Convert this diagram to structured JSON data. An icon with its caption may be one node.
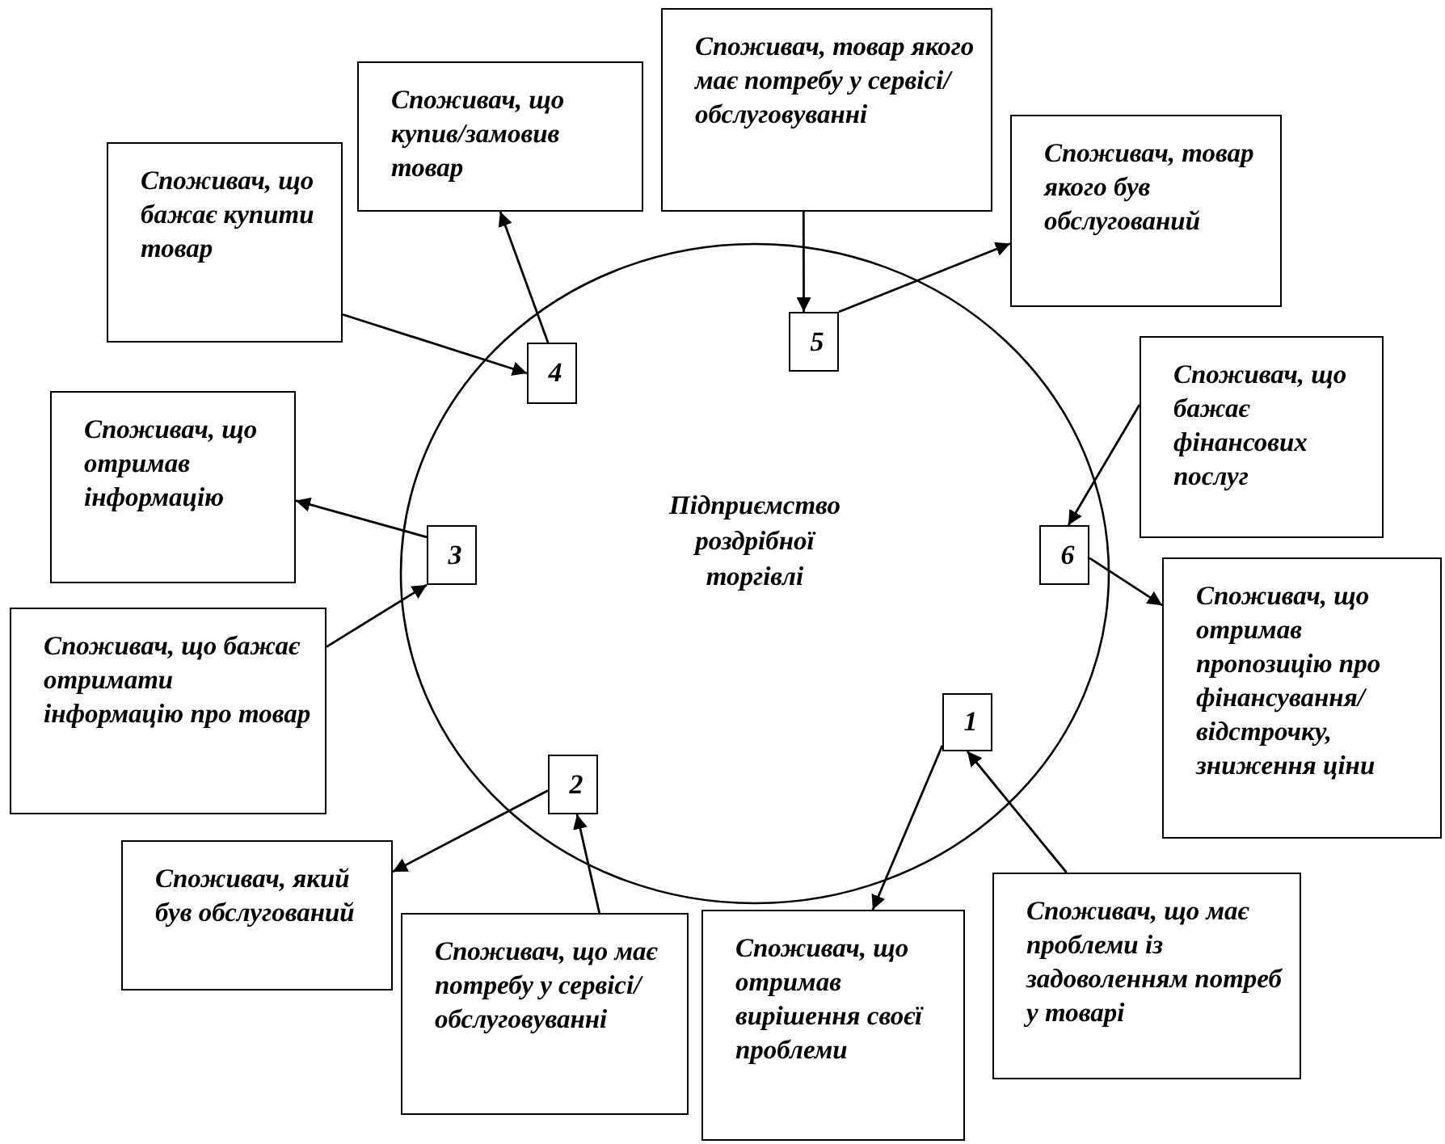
{
  "diagram": {
    "nodes": [
      {
        "text": [
          "Підприємство роздрібної торгівлі"
        ]
      },
      {
        "text": [
          "1"
        ],
        "in": 0
      },
      {
        "text": [
          "2"
        ],
        "in": 0
      },
      {
        "text": [
          "3"
        ],
        "in": 0
      },
      {
        "text": [
          "4"
        ],
        "in": 0
      },
      {
        "text": [
          "5"
        ],
        "in": 0
      },
      {
        "text": [
          "6"
        ],
        "in": 0
      },
      {
        "text": [
          "Споживач, товар якого має потребу у сервісі/ обслуговуванні"
        ]
      },
      {
        "text": [
          "Споживач, що купив/замовив товар"
        ]
      },
      {
        "text": [
          "Споживач, товар якого був обслугований"
        ]
      },
      {
        "text": [
          "Споживач, що бажає купити товар"
        ]
      },
      {
        "text": [
          "Споживач, що бажає фінансових послуг"
        ]
      },
      {
        "text": [
          "Споживач, що отримав інформацію"
        ]
      },
      {
        "text": [
          "Споживач, що отримав пропозицію про фінансування/ відстрочку, зниження ціни"
        ]
      },
      {
        "text": [
          "Споживач, що бажає отримати інформацію про товар"
        ]
      },
      {
        "text": [
          "Споживач, який був обслугований"
        ]
      },
      {
        "text": [
          "Споживач, що має проблеми із задоволенням потреб у товарі"
        ]
      },
      {
        "text": [
          "Споживач, що отримав вирішення своєї проблеми"
        ]
      },
      {
        "text": [
          "Споживач, що має потребу у сервісі/ обслуговуванні"
        ]
      }
    ],
    "edges": [
      {
        "from": 10,
        "to": 4,
        "arrow": "to"
      },
      {
        "from": 4,
        "to": 8,
        "arrow": "to"
      },
      {
        "from": 7,
        "to": 5,
        "arrow": "to"
      },
      {
        "from": 5,
        "to": 9,
        "arrow": "to"
      },
      {
        "from": 11,
        "to": 6,
        "arrow": "to"
      },
      {
        "from": 6,
        "to": 13,
        "arrow": "to"
      },
      {
        "from": 3,
        "to": 12,
        "arrow": "to"
      },
      {
        "from": 14,
        "to": 3,
        "arrow": "to"
      },
      {
        "from": 2,
        "to": 15,
        "arrow": "to"
      },
      {
        "from": 18,
        "to": 2,
        "arrow": "to"
      },
      {
        "from": 1,
        "to": 17,
        "arrow": "to"
      },
      {
        "from": 16,
        "to": 1,
        "arrow": "to"
      }
    ]
  }
}
